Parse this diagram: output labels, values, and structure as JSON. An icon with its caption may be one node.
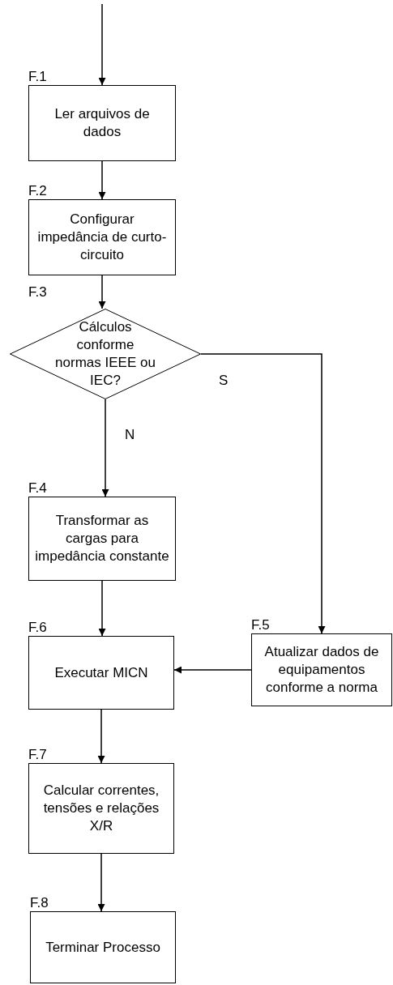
{
  "diagram": {
    "nodes": [
      {
        "text": [
          "F.1",
          "Ler arquivos de dados"
        ]
      },
      {
        "text": [
          "F.2",
          "Configurar impedância de curto-circuito"
        ]
      },
      {
        "text": [
          "F.3",
          "Cálculos conforme normas IEEE ou IEC?"
        ]
      },
      {
        "text": [
          "F.4",
          "Transformar as cargas para impedância constante"
        ]
      },
      {
        "text": [
          "F.5",
          "Atualizar dados de equipamentos conforme a norma"
        ]
      },
      {
        "text": [
          "F.6",
          "Executar MICN"
        ]
      },
      {
        "text": [
          "F.7",
          "Calcular correntes, tensões e relações X/R"
        ]
      },
      {
        "text": [
          "F.8",
          "Terminar Processo"
        ]
      }
    ],
    "edges": [
      {
        "from": null,
        "to": 0,
        "arrow": "to"
      },
      {
        "from": 0,
        "to": 1,
        "arrow": "to"
      },
      {
        "from": 1,
        "to": 2,
        "arrow": "to"
      },
      {
        "from": 2,
        "to": 4,
        "arrow": "to",
        "label": "S"
      },
      {
        "from": 2,
        "to": 3,
        "arrow": "to",
        "label": "N"
      },
      {
        "from": 3,
        "to": 5,
        "arrow": "to"
      },
      {
        "from": 4,
        "to": 5,
        "arrow": "to"
      },
      {
        "from": 5,
        "to": 6,
        "arrow": "to"
      },
      {
        "from": 6,
        "to": 7,
        "arrow": "to"
      }
    ]
  }
}
